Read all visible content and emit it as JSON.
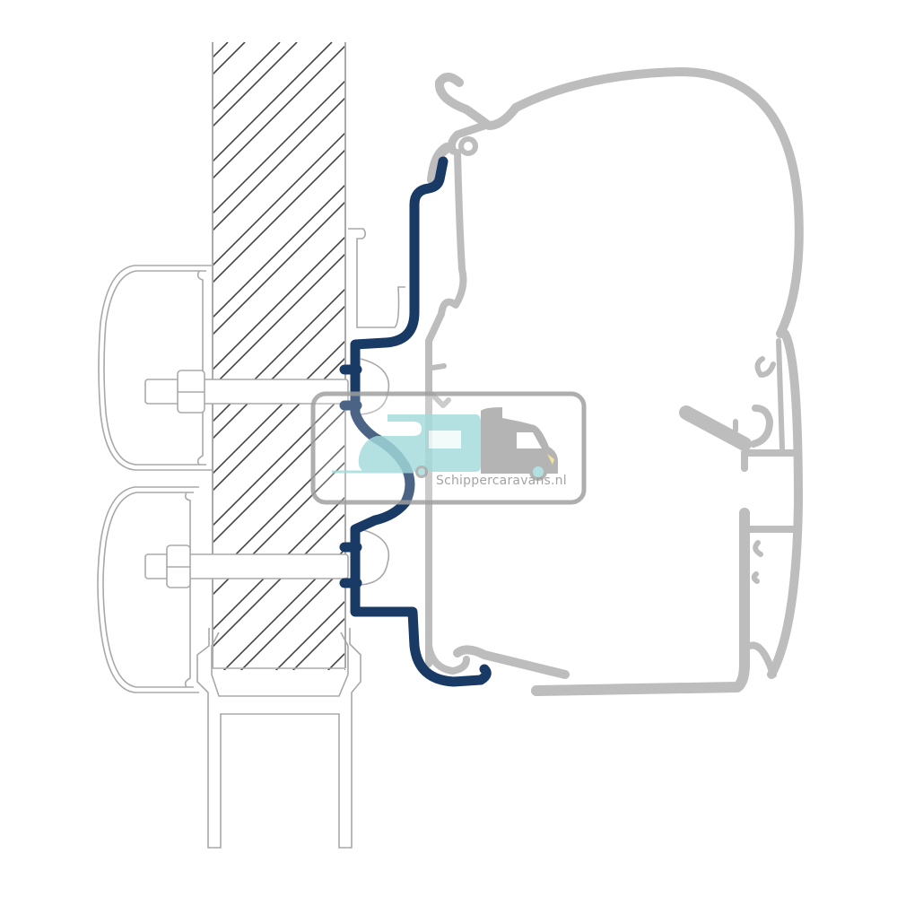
{
  "diagram": {
    "subject": "Awning adapter rail mounted to wall with bolts, cross-section",
    "colors": {
      "background": "#ffffff",
      "adapter_profile": "#1a3a66",
      "awning_profile": "#bdbdbd",
      "awning_profile_edge": "#9e9e9e",
      "outline": "#a8a8a8",
      "hatch": "#444444",
      "watermark_teal": "#a6dcdc",
      "watermark_gray": "#a0a0a0",
      "headlight": "#f2e08a"
    },
    "parts": [
      {
        "id": "wall",
        "label": "hatched wall section"
      },
      {
        "id": "adapter",
        "label": "blue adapter profile"
      },
      {
        "id": "awning-rail",
        "label": "gray awning housing profile"
      },
      {
        "id": "bolt-upper",
        "label": "upper bolt with nut"
      },
      {
        "id": "bolt-lower",
        "label": "lower bolt with nut"
      },
      {
        "id": "bracket-upper",
        "label": "upper bracket outline"
      },
      {
        "id": "bracket-lower",
        "label": "lower bracket outline"
      },
      {
        "id": "frame",
        "label": "bottom frame outline"
      }
    ]
  },
  "watermark": {
    "text": "Schippercaravans.nl",
    "icon": "camper-van-icon"
  }
}
